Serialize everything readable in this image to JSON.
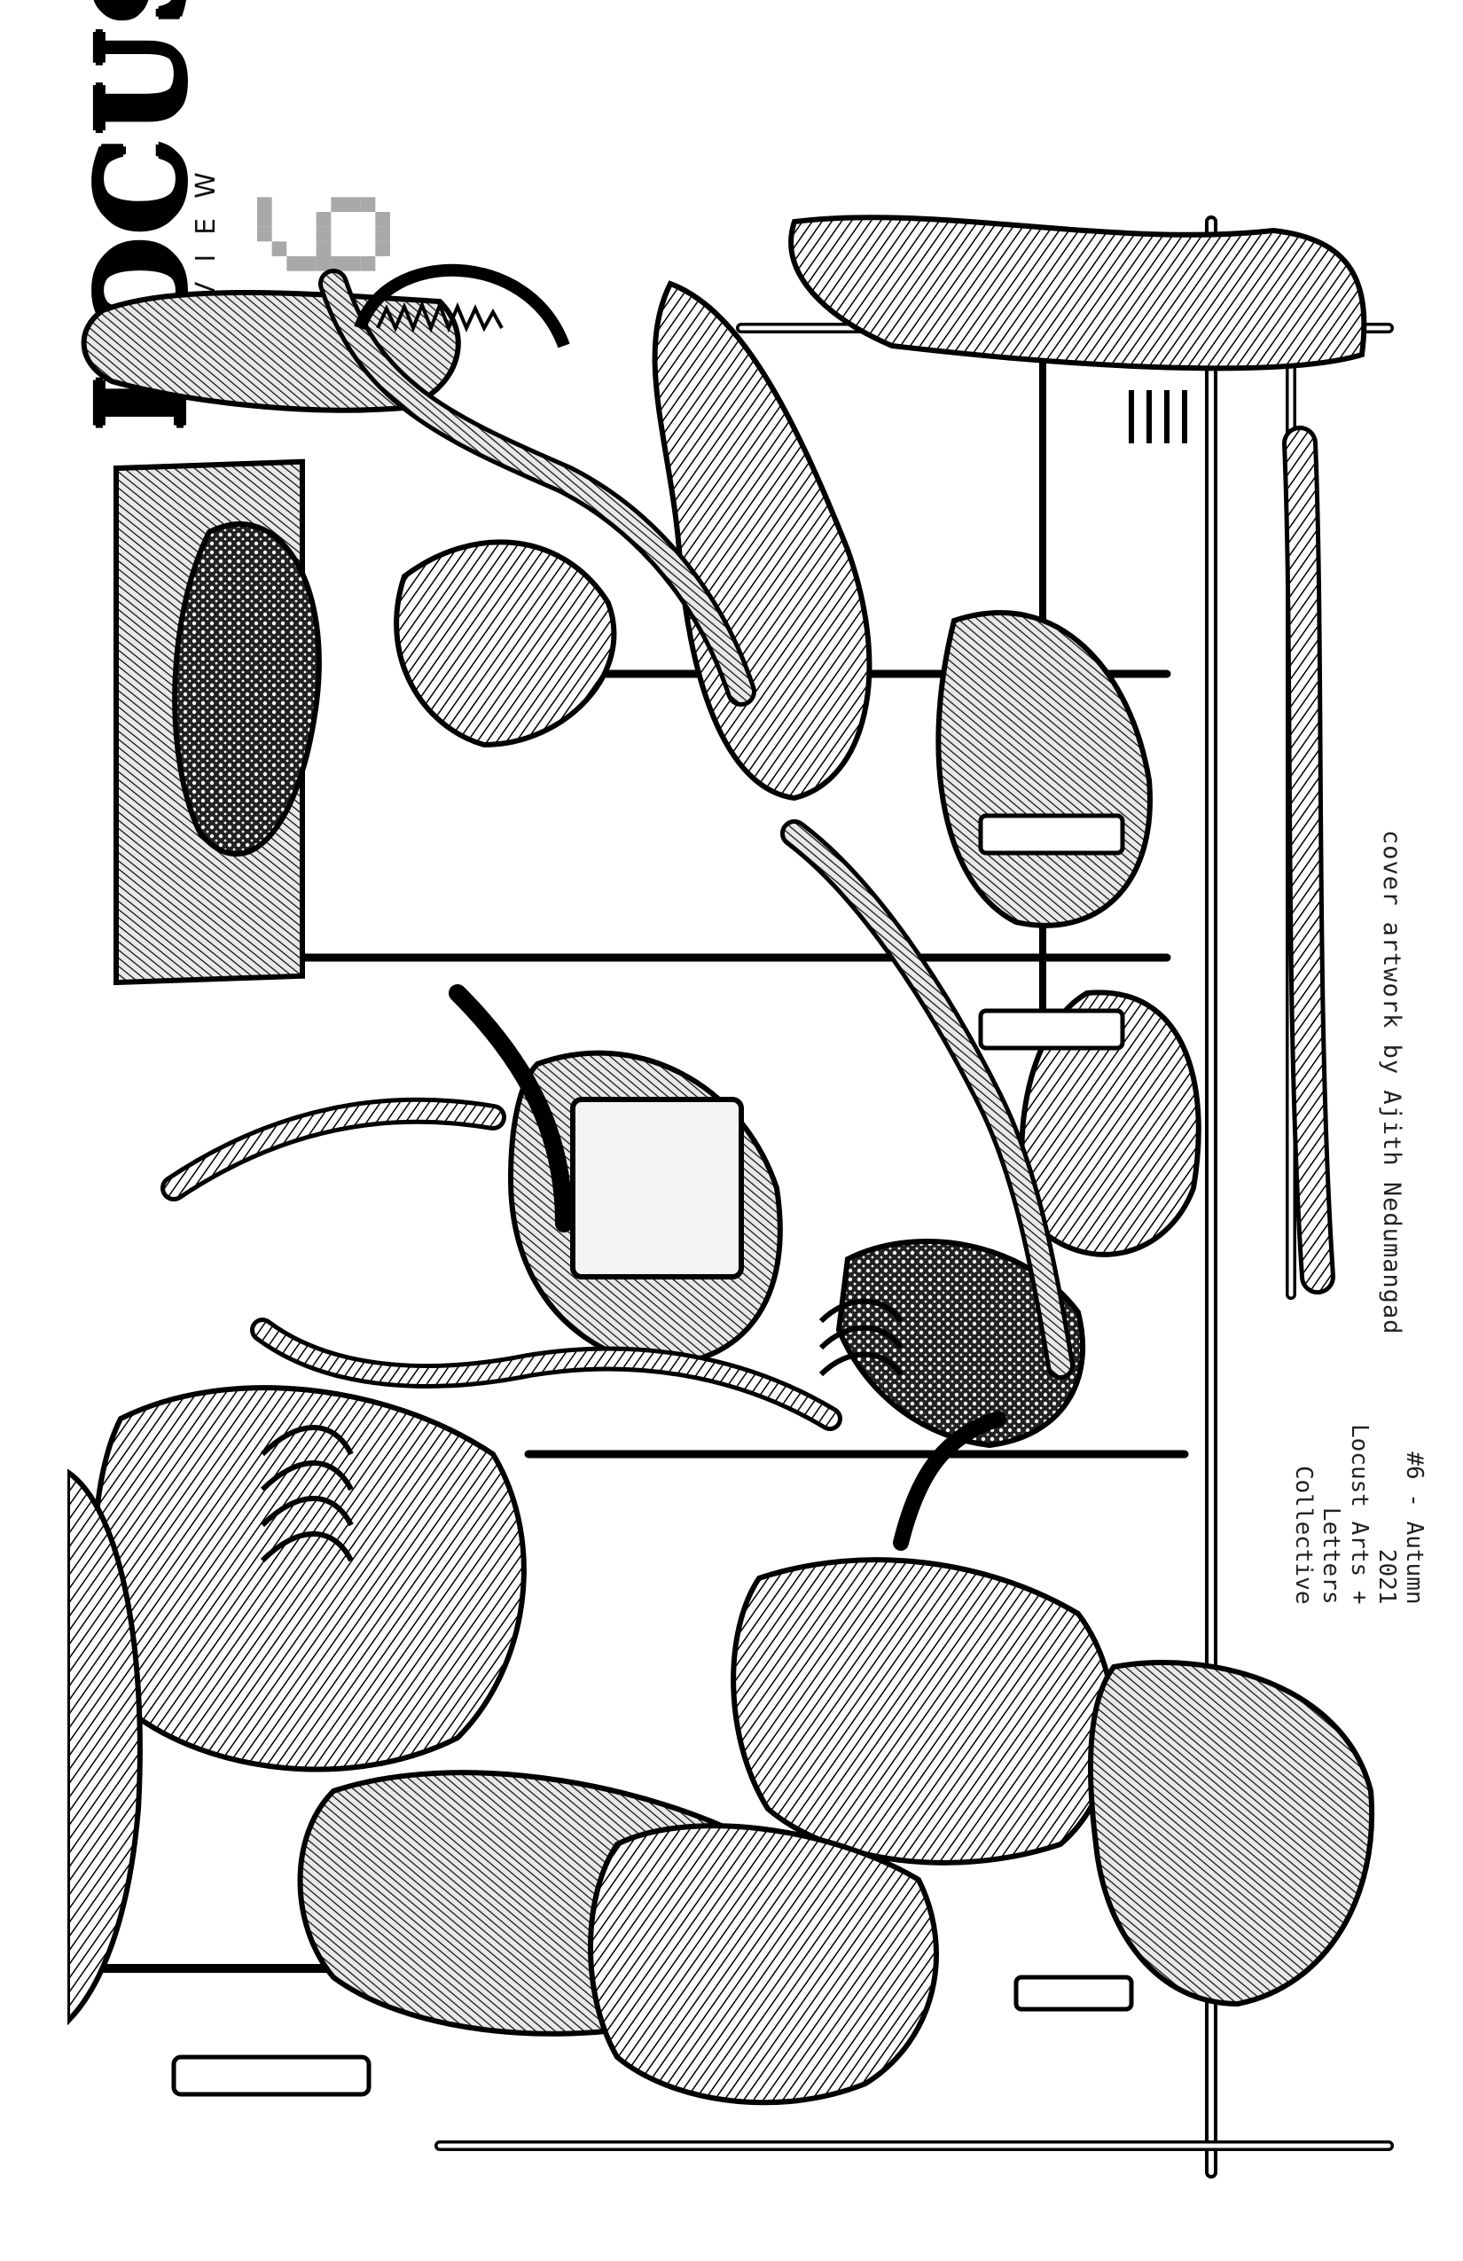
{
  "masthead": {
    "title": "LOCUST",
    "subtitle": "REVIEW",
    "issue_number": "6"
  },
  "cover": {
    "illustration_icon": "biomechanical-ink-illustration",
    "credit": "cover artwork by Ajith Nedumangad"
  },
  "issue_info": {
    "lines": [
      "#6 - Autumn",
      "2021",
      "Locust Arts +",
      "Letters",
      "Collective"
    ]
  },
  "colors": {
    "ink": "#000000",
    "issue_number_gray": "#a9a9a9",
    "paper": "#ffffff"
  }
}
